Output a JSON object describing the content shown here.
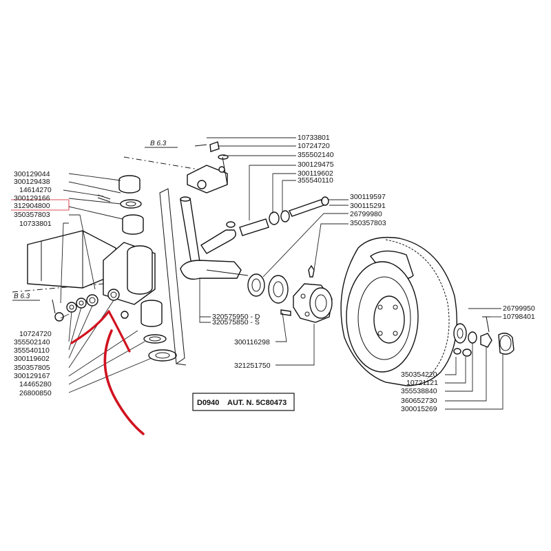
{
  "part_numbers": {
    "p10733801a": "10733801",
    "p10724720a": "10724720",
    "p355502140a": "355502140",
    "p300129475": "300129475",
    "p300119602a": "300119602",
    "p355540110a": "355540110",
    "p300119597": "300119597",
    "p300115291": "300115291",
    "p26799980": "26799980",
    "p350357803a": "350357803",
    "p300129044": "300129044",
    "p300129438": "300129438",
    "p14614270": "14614270",
    "p300129166": "300129166",
    "p312904800": "312904800",
    "p350357803b": "350357803",
    "p10733801b": "10733801",
    "p10724720b": "10724720",
    "p355502140b": "355502140",
    "p355540110b": "355540110",
    "p300119602b": "300119602",
    "p350357805": "350357805",
    "p300129167": "300129167",
    "p14465280": "14465280",
    "p26800850": "26800850",
    "p320575950": "320575950 - D",
    "p320575850": "320575850 - S",
    "p300116298": "300116298",
    "p321251750": "321251750",
    "p26799950": "26799950",
    "p10798401": "10798401",
    "p350354220": "350354220",
    "p10721121": "10721121",
    "p355538840": "355538840",
    "p360652730": "360652730",
    "p300015269": "300015269"
  },
  "refs": {
    "b63_top": "B 6.3",
    "b63_left": "B 6.3"
  },
  "caption": {
    "code": "D0940",
    "auth": "AUT. N. 5C80473"
  },
  "colors": {
    "annotation": "#d1121f",
    "ink": "#111111"
  }
}
